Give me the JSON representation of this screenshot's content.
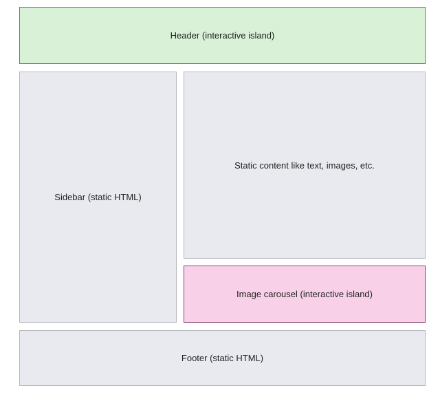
{
  "header": {
    "label": "Header (interactive island)",
    "fill": "#d9f2d7",
    "border": "#4f8a4b"
  },
  "sidebar": {
    "label": "Sidebar (static HTML)",
    "fill": "#e9eaef"
  },
  "content": {
    "label": "Static content like text, images, etc.",
    "fill": "#e9eaef"
  },
  "carousel": {
    "label": "Image carousel (interactive island)",
    "fill": "#f8d1e9",
    "border": "#8a3f6d"
  },
  "footer": {
    "label": "Footer (static HTML)",
    "fill": "#e9eaef"
  }
}
